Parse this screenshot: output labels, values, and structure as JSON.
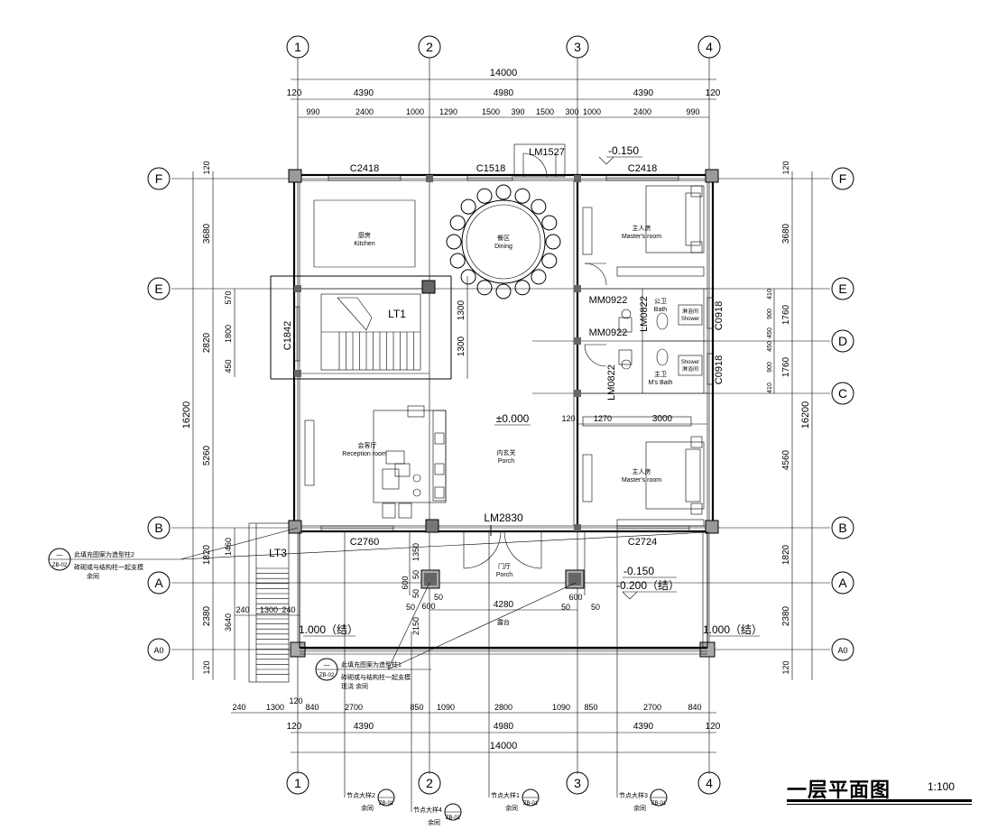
{
  "grid_columns": [
    "1",
    "2",
    "3",
    "4"
  ],
  "grid_rows": [
    "F",
    "E",
    "D",
    "C",
    "B",
    "A",
    "A0"
  ],
  "dims": {
    "total": "14000",
    "bays": [
      "4390",
      "4980",
      "4390"
    ],
    "edge": "120",
    "top_sub": [
      "990",
      "2400",
      "1000",
      "1290",
      "1500",
      "390",
      "1500",
      "300",
      "1000",
      "2400",
      "990"
    ],
    "bottom_sub": [
      "240",
      "1300",
      "120",
      "840",
      "2700",
      "850",
      "1090",
      "2800",
      "1090",
      "850",
      "2700",
      "840"
    ],
    "bottom_120": "120",
    "left_total": "16200",
    "left_rows": [
      "3680",
      "2820",
      "5260",
      "1820",
      "2380"
    ],
    "left_inner": [
      "570",
      "1800",
      "450"
    ],
    "left_porch": [
      "1460",
      "3640"
    ],
    "right_total": "16200",
    "right_rows": [
      "3680",
      "1760",
      "1760",
      "4560",
      "1820",
      "2380"
    ],
    "right_inner_top": [
      "410",
      "900",
      "450"
    ],
    "right_inner_bot": [
      "450",
      "900",
      "410"
    ],
    "stair_dims": [
      "1300",
      "1300"
    ],
    "porch_sub": [
      "1350",
      "50",
      "600",
      "50",
      "2150"
    ],
    "porch_width": "4280",
    "porch_col": [
      "50",
      "600",
      "50"
    ],
    "bath_width": "3000",
    "bath_gap": [
      "120",
      "1270"
    ],
    "step_dims": [
      "240",
      "1300",
      "240"
    ]
  },
  "rooms": {
    "kitchen_cn": "厨房",
    "kitchen_en": "Kitchen",
    "dining_cn": "餐区",
    "dining_en": "Dining",
    "master1_cn": "主人房",
    "master1_en": "Master's room",
    "master2_cn": "主人房",
    "master2_en": "Master's room",
    "bath1_cn": "公卫",
    "bath1_en": "Bath",
    "bath2_cn": "主卫",
    "bath2_en": "M's Bath",
    "shower1_cn": "淋浴间",
    "shower1_en": "Shower",
    "shower2_cn": "淋浴间",
    "shower2_en": "Shower",
    "reception_cn": "会客厅",
    "reception_en": "Reception room",
    "porch_in_cn": "内玄关",
    "porch_in_en": "Porch",
    "porch_out_cn": "门厅",
    "porch_out_en": "Porch",
    "terrace": "露台"
  },
  "labels": {
    "C2418a": "C2418",
    "C1518": "C1518",
    "LM1527": "LM1527",
    "C2418b": "C2418",
    "LT1": "LT1",
    "LT3": "LT3",
    "C1842": "C1842",
    "MM0922a": "MM0922",
    "MM0922b": "MM0922",
    "LM0822a": "LM0822",
    "LM0822b": "LM0822",
    "C0918a": "C0918",
    "C0918b": "C0918",
    "LM2830": "LM2830",
    "C2760": "C2760",
    "C2724": "C2724"
  },
  "levels": {
    "top": "-0.150",
    "floor": "±0.000",
    "porch1": "-0.150",
    "porch2": "-0.200（结）",
    "left": "1.000（结）",
    "right": "1.000（结）"
  },
  "notes": {
    "n1_l1": "此填充图案为造型柱2",
    "n1_l2": "砖砌或与结构柱一起支模",
    "n1_l3": "余同",
    "n2_l1": "此填充图案为造型柱1",
    "n2_l2": "砖砌或与结构柱一起支模",
    "n2_l3": "现浇 余同",
    "bubble_top": "—",
    "bubble_bot": "ZB-02"
  },
  "details": [
    {
      "label": "节点大样2",
      "sub": "余同",
      "code": "ZB-01"
    },
    {
      "label": "节点大样4",
      "sub": "余同",
      "code": "ZB-01"
    },
    {
      "label": "节点大样1",
      "sub": "余同",
      "code": "ZB-01"
    },
    {
      "label": "节点大样3",
      "sub": "余同",
      "code": "ZB-01"
    }
  ],
  "title": {
    "main": "一层平面图",
    "scale": "1:100"
  }
}
